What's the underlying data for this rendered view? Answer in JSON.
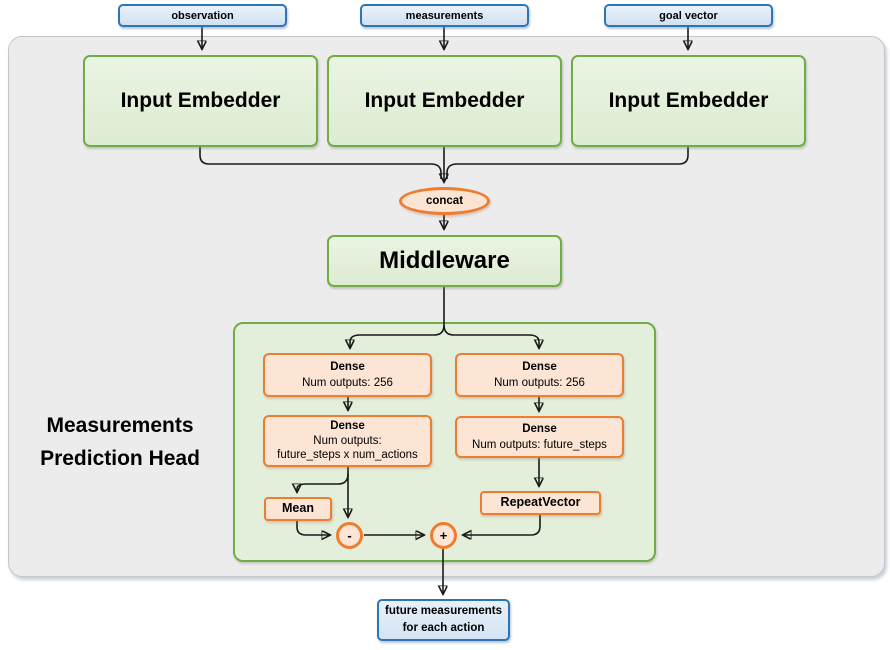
{
  "colors": {
    "blue_border": "#2e75b6",
    "blue_fill": "#d9e7f5",
    "green_border": "#70ad47",
    "green_fill": "#e3efda",
    "orange_border": "#ed7d31",
    "orange_fill": "#fce5d4",
    "panel_fill": "#ececec",
    "wire": "#1a1a1a"
  },
  "inputs": [
    {
      "label": "observation"
    },
    {
      "label": "measurements"
    },
    {
      "label": "goal vector"
    }
  ],
  "embedders": [
    {
      "label": "Input Embedder"
    },
    {
      "label": "Input Embedder"
    },
    {
      "label": "Input Embedder"
    }
  ],
  "concat": {
    "label": "concat"
  },
  "middleware": {
    "label": "Middleware"
  },
  "head": {
    "title_line1": "Measurements",
    "title_line2": "Prediction Head",
    "left": {
      "dense1_title": "Dense",
      "dense1_sub": "Num outputs: 256",
      "dense2_title": "Dense",
      "dense2_sub1": "Num outputs:",
      "dense2_sub2": "future_steps x num_actions",
      "mean_label": "Mean",
      "minus_label": "-"
    },
    "right": {
      "dense1_title": "Dense",
      "dense1_sub": "Num outputs: 256",
      "dense2_title": "Dense",
      "dense2_sub": "Num outputs: future_steps",
      "repeat_label": "RepeatVector",
      "plus_label": "+"
    }
  },
  "output": {
    "line1": "future measurements",
    "line2": "for each action"
  }
}
